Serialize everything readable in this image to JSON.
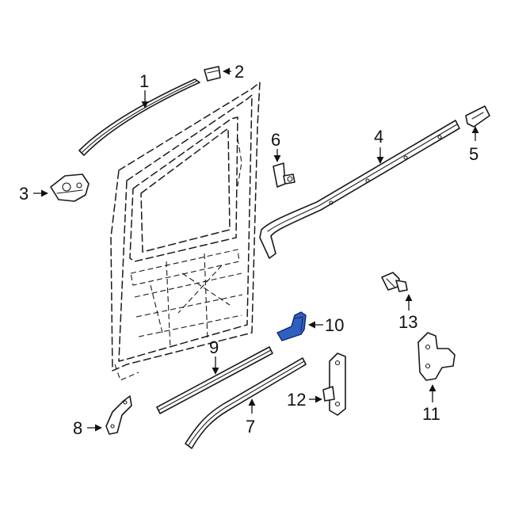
{
  "colors": {
    "background": "#ffffff",
    "line": "#1a1a1a",
    "highlight": "#2f5fbf",
    "highlight_outline": "#0d2a6e"
  },
  "highlighted_part": "10",
  "callouts": [
    {
      "id": "c1",
      "label": "1"
    },
    {
      "id": "c2",
      "label": "2"
    },
    {
      "id": "c3",
      "label": "3"
    },
    {
      "id": "c4",
      "label": "4"
    },
    {
      "id": "c5",
      "label": "5"
    },
    {
      "id": "c6",
      "label": "6"
    },
    {
      "id": "c7",
      "label": "7"
    },
    {
      "id": "c8",
      "label": "8"
    },
    {
      "id": "c9",
      "label": "9"
    },
    {
      "id": "c10",
      "label": "10"
    },
    {
      "id": "c11",
      "label": "11"
    },
    {
      "id": "c12",
      "label": "12"
    },
    {
      "id": "c13",
      "label": "13"
    }
  ]
}
